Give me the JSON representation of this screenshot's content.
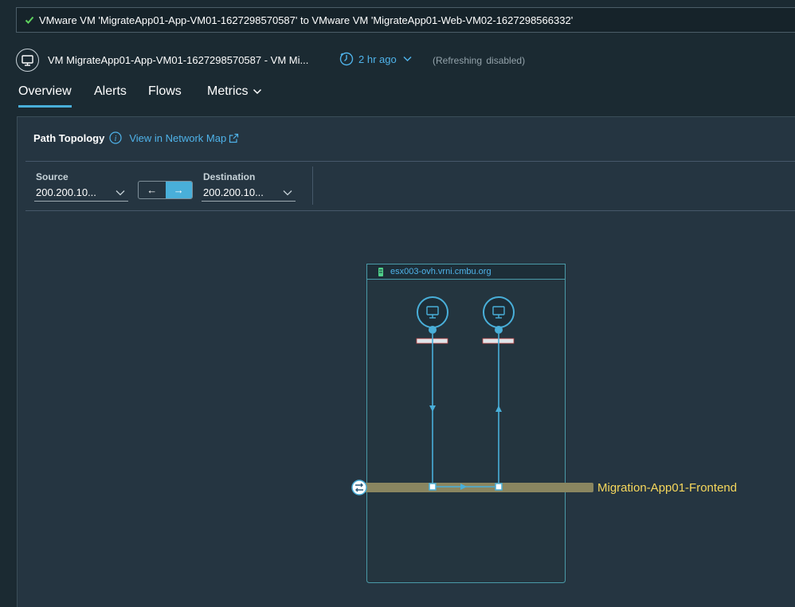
{
  "flow_path": {
    "status_icon": "check-icon",
    "text": "VMware VM 'MigrateApp01-App-VM01-1627298570587' to VMware VM 'MigrateApp01-Web-VM02-1627298566332'"
  },
  "header": {
    "vm_icon": "monitor-icon",
    "title": "VM MigrateApp01-App-VM01-1627298570587 - VM Mi...",
    "time_label": "2 hr ago",
    "refresh_status": "(Refreshing disabled)"
  },
  "tabs": [
    {
      "label": "Overview",
      "active": true
    },
    {
      "label": "Alerts",
      "active": false
    },
    {
      "label": "Flows",
      "active": false
    },
    {
      "label": "Metrics",
      "active": false
    }
  ],
  "panel": {
    "title": "Path Topology",
    "link_label": "View in Network Map",
    "source_label": "Source",
    "source_value": "200.200.10...",
    "destination_label": "Destination",
    "destination_value": "200.200.10...",
    "direction_left": "←",
    "direction_right": "→",
    "active_direction": "right"
  },
  "topology": {
    "host_name": "esx003-ovh.vrni.cmbu.org",
    "segment_name": "Migration-App01-Frontend",
    "colors": {
      "accent": "#49afd9",
      "segment_bar": "#8a8660",
      "segment_text": "#f7d85c",
      "host_border": "#4a9aa8"
    }
  }
}
